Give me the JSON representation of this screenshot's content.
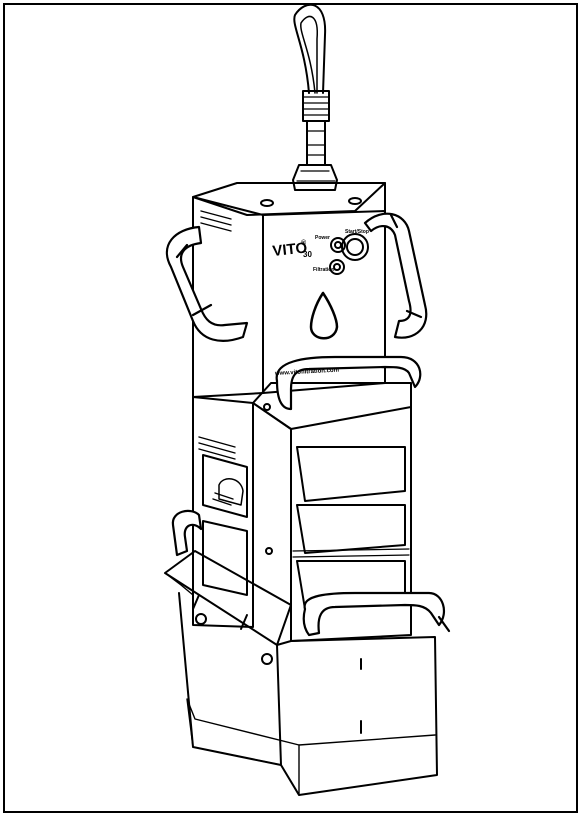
{
  "colors": {
    "line": "#000000",
    "background": "#ffffff",
    "handle_fill": "#ffffff"
  },
  "device": {
    "brand": "VITO",
    "brand_mark": "®",
    "brand_sub": "30",
    "power_label": "Power",
    "filtration_label": "Filtration",
    "start_label": "Start/Stop",
    "website": "www.vitofiltration.com"
  }
}
